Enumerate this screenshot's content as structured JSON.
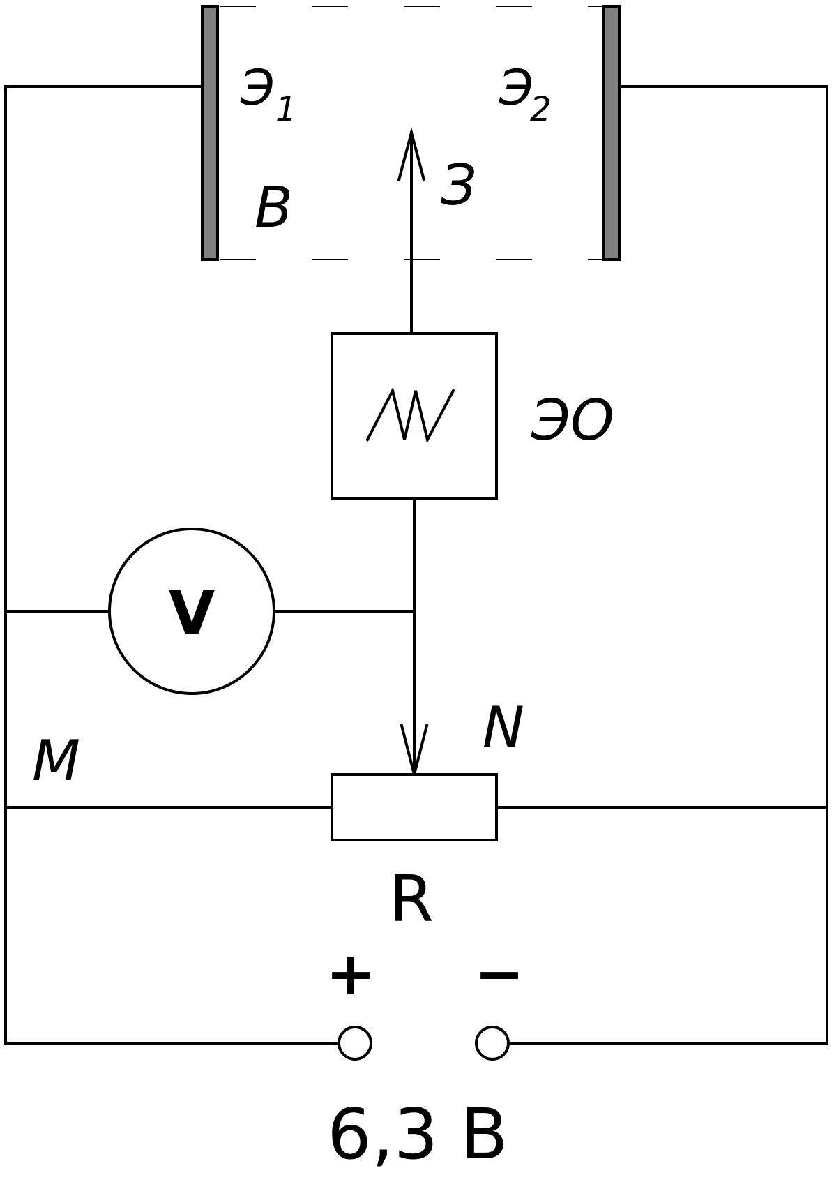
{
  "labels": {
    "electrode1": "Э",
    "electrode1_sub": "1",
    "electrode2": "Э",
    "electrode2_sub": "2",
    "gas_region": "В",
    "probe": "З",
    "heater_element": "ЭО",
    "voltmeter": "V",
    "point_m": "M",
    "point_n": "N",
    "resistor": "R",
    "plus": "+",
    "minus": "−",
    "supply_voltage": "6,3 В"
  }
}
